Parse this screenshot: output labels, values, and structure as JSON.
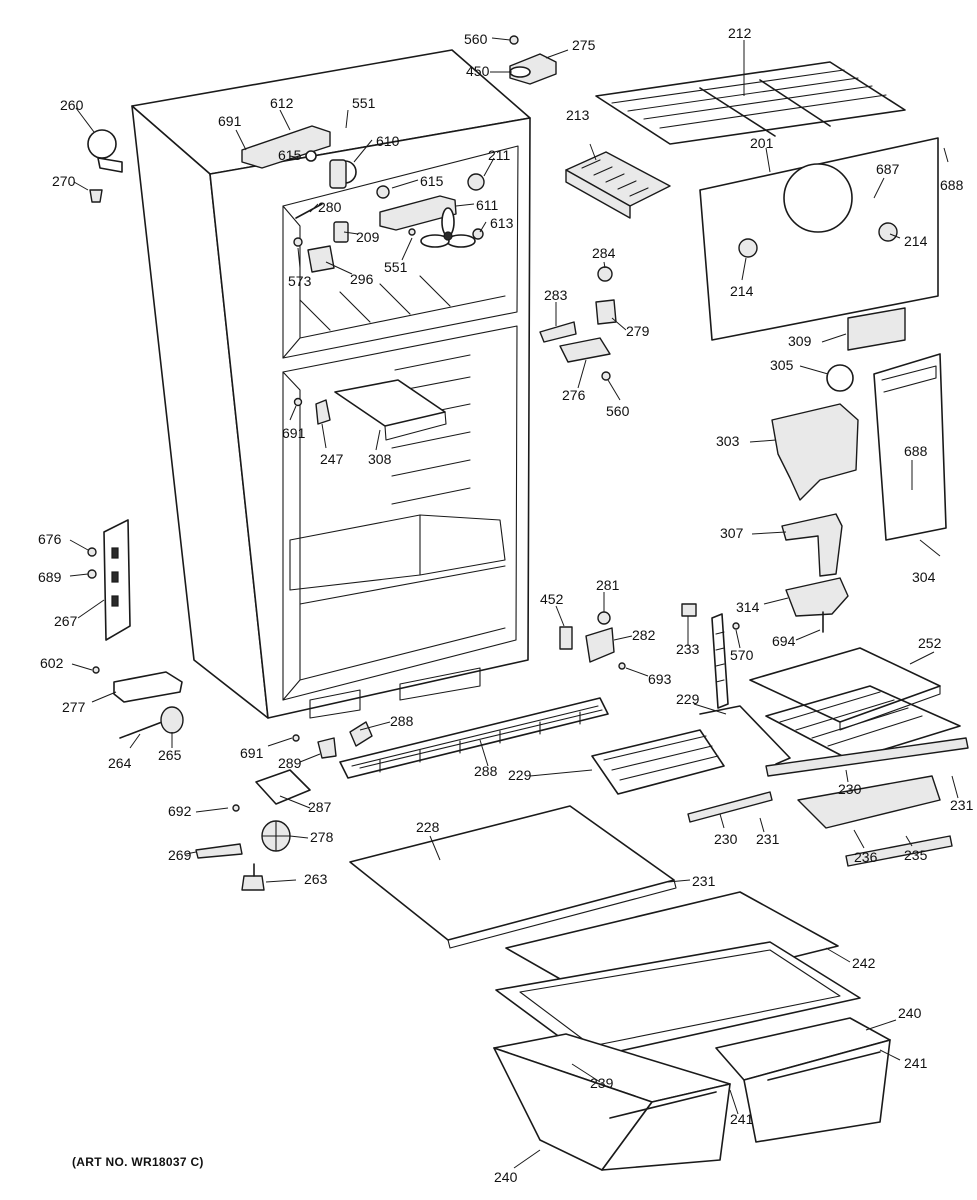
{
  "art_number": "(ART NO. WR18037 C)",
  "callouts": [
    {
      "id": "c560a",
      "label": "560"
    },
    {
      "id": "c275",
      "label": "275"
    },
    {
      "id": "c450",
      "label": "450"
    },
    {
      "id": "c212",
      "label": "212"
    },
    {
      "id": "c213",
      "label": "213"
    },
    {
      "id": "c201",
      "label": "201"
    },
    {
      "id": "c687",
      "label": "687"
    },
    {
      "id": "c688a",
      "label": "688"
    },
    {
      "id": "c214a",
      "label": "214"
    },
    {
      "id": "c214b",
      "label": "214"
    },
    {
      "id": "c260",
      "label": "260"
    },
    {
      "id": "c270",
      "label": "270"
    },
    {
      "id": "c691a",
      "label": "691"
    },
    {
      "id": "c612",
      "label": "612"
    },
    {
      "id": "c551a",
      "label": "551"
    },
    {
      "id": "c610",
      "label": "610"
    },
    {
      "id": "c615a",
      "label": "615"
    },
    {
      "id": "c615b",
      "label": "615"
    },
    {
      "id": "c211",
      "label": "211"
    },
    {
      "id": "c280",
      "label": "280"
    },
    {
      "id": "c611",
      "label": "611"
    },
    {
      "id": "c209",
      "label": "209"
    },
    {
      "id": "c613",
      "label": "613"
    },
    {
      "id": "c573",
      "label": "573"
    },
    {
      "id": "c296",
      "label": "296"
    },
    {
      "id": "c551b",
      "label": "551"
    },
    {
      "id": "c284",
      "label": "284"
    },
    {
      "id": "c283",
      "label": "283"
    },
    {
      "id": "c279",
      "label": "279"
    },
    {
      "id": "c276",
      "label": "276"
    },
    {
      "id": "c560b",
      "label": "560"
    },
    {
      "id": "c309",
      "label": "309"
    },
    {
      "id": "c305",
      "label": "305"
    },
    {
      "id": "c303",
      "label": "303"
    },
    {
      "id": "c688b",
      "label": "688"
    },
    {
      "id": "c307",
      "label": "307"
    },
    {
      "id": "c304",
      "label": "304"
    },
    {
      "id": "c691b",
      "label": "691"
    },
    {
      "id": "c247",
      "label": "247"
    },
    {
      "id": "c308",
      "label": "308"
    },
    {
      "id": "c676",
      "label": "676"
    },
    {
      "id": "c689",
      "label": "689"
    },
    {
      "id": "c267",
      "label": "267"
    },
    {
      "id": "c602",
      "label": "602"
    },
    {
      "id": "c277",
      "label": "277"
    },
    {
      "id": "c264",
      "label": "264"
    },
    {
      "id": "c265",
      "label": "265"
    },
    {
      "id": "c691c",
      "label": "691"
    },
    {
      "id": "c289",
      "label": "289"
    },
    {
      "id": "c288a",
      "label": "288"
    },
    {
      "id": "c288b",
      "label": "288"
    },
    {
      "id": "c452",
      "label": "452"
    },
    {
      "id": "c281",
      "label": "281"
    },
    {
      "id": "c282",
      "label": "282"
    },
    {
      "id": "c693",
      "label": "693"
    },
    {
      "id": "c233",
      "label": "233"
    },
    {
      "id": "c570",
      "label": "570"
    },
    {
      "id": "c314",
      "label": "314"
    },
    {
      "id": "c694",
      "label": "694"
    },
    {
      "id": "c252",
      "label": "252"
    },
    {
      "id": "c229a",
      "label": "229"
    },
    {
      "id": "c229b",
      "label": "229"
    },
    {
      "id": "c230a",
      "label": "230"
    },
    {
      "id": "c231a",
      "label": "231"
    },
    {
      "id": "c230b",
      "label": "230"
    },
    {
      "id": "c231b",
      "label": "231"
    },
    {
      "id": "c236",
      "label": "236"
    },
    {
      "id": "c235",
      "label": "235"
    },
    {
      "id": "c692",
      "label": "692"
    },
    {
      "id": "c287",
      "label": "287"
    },
    {
      "id": "c278",
      "label": "278"
    },
    {
      "id": "c269",
      "label": "269"
    },
    {
      "id": "c263",
      "label": "263"
    },
    {
      "id": "c228",
      "label": "228"
    },
    {
      "id": "c231c",
      "label": "231"
    },
    {
      "id": "c242",
      "label": "242"
    },
    {
      "id": "c240a",
      "label": "240"
    },
    {
      "id": "c241a",
      "label": "241"
    },
    {
      "id": "c239",
      "label": "239"
    },
    {
      "id": "c241b",
      "label": "241"
    },
    {
      "id": "c240b",
      "label": "240"
    }
  ]
}
